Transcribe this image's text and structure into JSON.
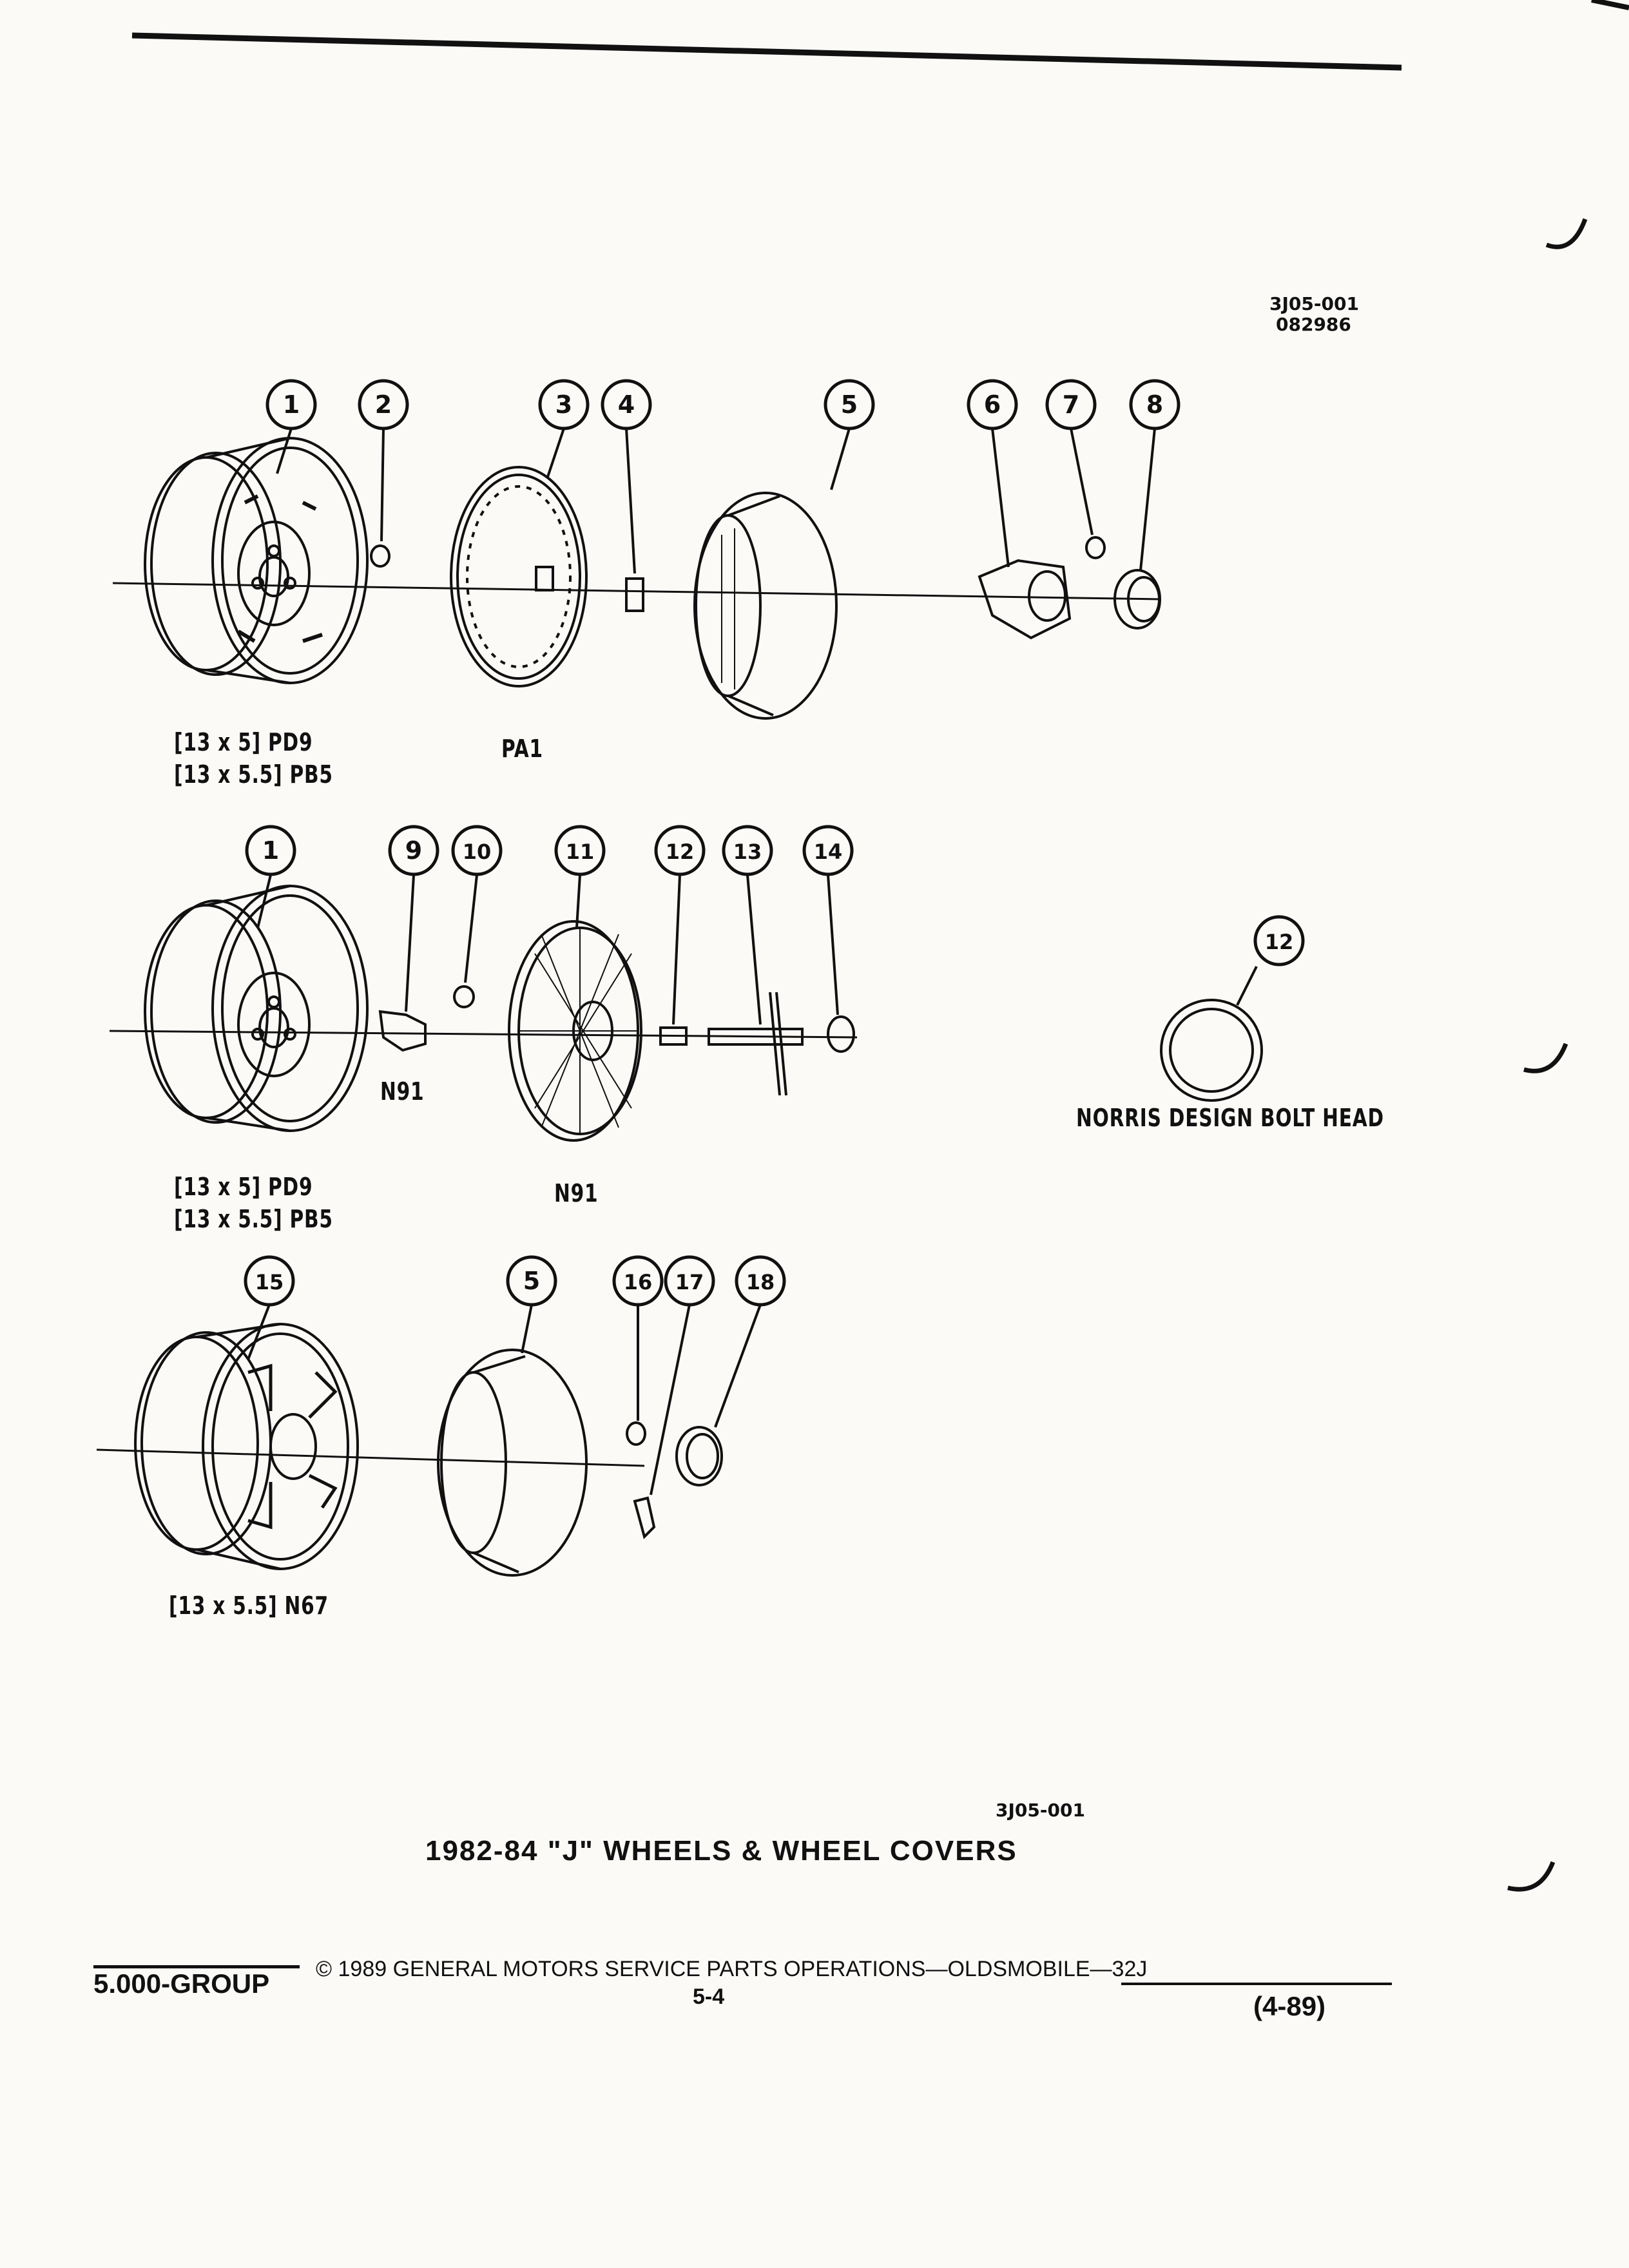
{
  "drawing_id": "3J05-001",
  "drawing_date": "082986",
  "callouts": [
    "1",
    "2",
    "3",
    "4",
    "5",
    "6",
    "7",
    "8",
    "1",
    "9",
    "10",
    "11",
    "12",
    "13",
    "14",
    "12",
    "15",
    "5",
    "16",
    "17",
    "18"
  ],
  "captions": {
    "row1_wheel_line1": "[13 x 5] PD9",
    "row1_wheel_line2": "[13 x 5.5] PB5",
    "row1_cover": "PA1",
    "row2_lock": "N91",
    "row2_cover": "N91",
    "row2_wheel_line1": "[13 x 5] PD9",
    "row2_wheel_line2": "[13 x 5.5] PB5",
    "row3_wheel": "[13 x 5.5] N67",
    "detail_label": "NORRIS DESIGN BOLT HEAD"
  },
  "bottom_figure_id": "3J05-001",
  "title": "1982-84 \"J\" WHEELS & WHEEL COVERS",
  "footer": {
    "group": "5.000-GROUP",
    "copyright": "© 1989  GENERAL MOTORS SERVICE PARTS OPERATIONS—OLDSMOBILE—32J",
    "page": "5-4",
    "revision": "(4-89)"
  }
}
